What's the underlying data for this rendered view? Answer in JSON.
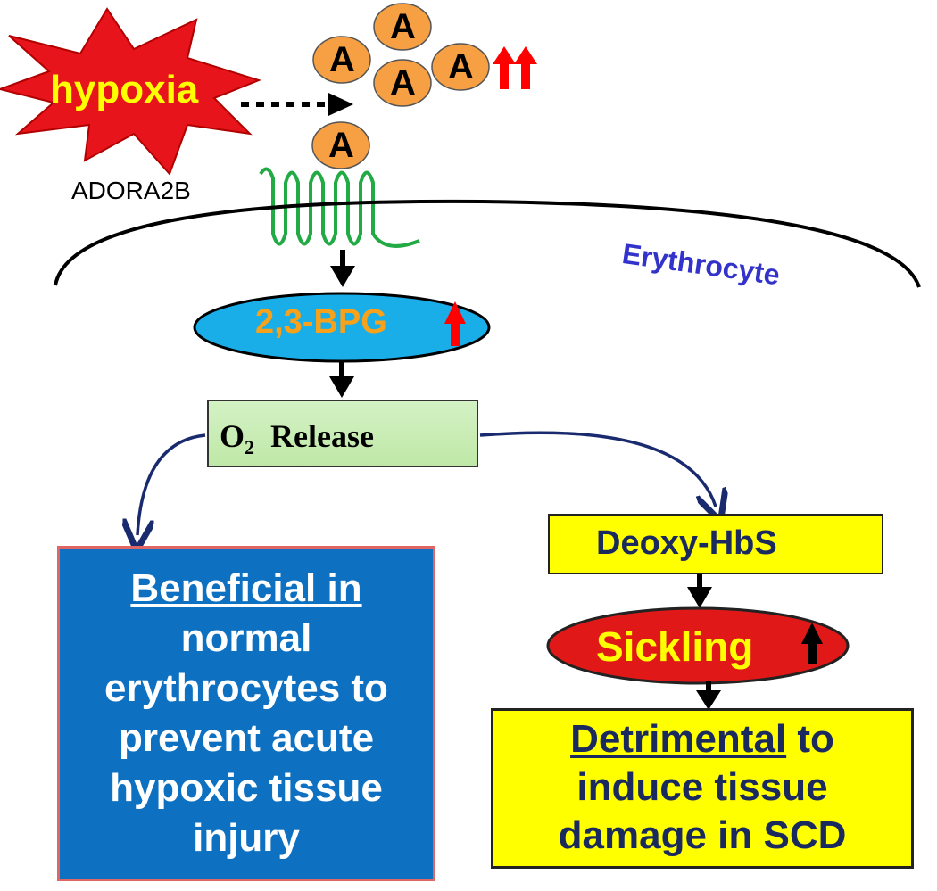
{
  "stimulus": {
    "label": "hypoxia"
  },
  "adenosine": {
    "label": "A"
  },
  "receptor": {
    "label": "ADORA2B"
  },
  "cell": {
    "label": "Erythrocyte"
  },
  "bpg": {
    "label": "2,3-BPG"
  },
  "o2_release": {
    "o2": "O",
    "subscript": "2",
    "label": "Release"
  },
  "deoxy_hbs": {
    "label": "Deoxy-HbS"
  },
  "sickling": {
    "label": "Sickling"
  },
  "beneficial": {
    "heading": "Beneficial in",
    "body_lines": [
      "normal",
      "erythrocytes to",
      "prevent acute",
      "hypoxic tissue",
      "injury"
    ]
  },
  "detrimental": {
    "heading": "Detrimental",
    "heading_suffix": " to",
    "body_lines": [
      "induce tissue",
      "damage in SCD"
    ]
  },
  "colors": {
    "up_arrow_red": "#ff0000",
    "up_arrow_black": "#000000",
    "adenosine_fill": "#f7a043",
    "receptor_green": "#22aa44",
    "flow_navy": "#1a2a6e"
  }
}
